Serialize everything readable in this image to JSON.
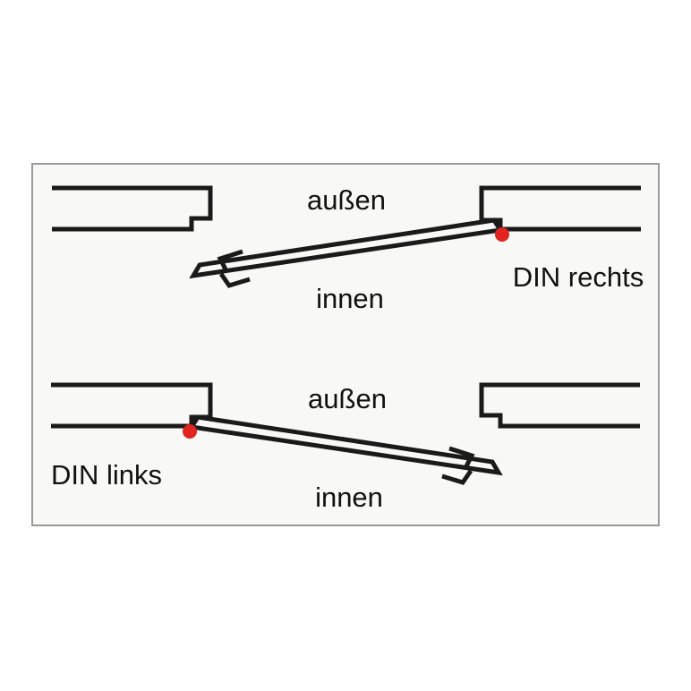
{
  "title": "DIN door hinge orientation diagram",
  "colors": {
    "line": "#1a1a1a",
    "hinge_dot": "#e02420",
    "panel_bg": "#f8f8f7",
    "panel_border": "#9a9a9a"
  },
  "diagrams": [
    {
      "id": "din-rechts",
      "outside_label": "außen",
      "inside_label": "innen",
      "name_label": "DIN rechts",
      "hinge_side": "right"
    },
    {
      "id": "din-links",
      "outside_label": "außen",
      "inside_label": "innen",
      "name_label": "DIN links",
      "hinge_side": "left"
    }
  ]
}
